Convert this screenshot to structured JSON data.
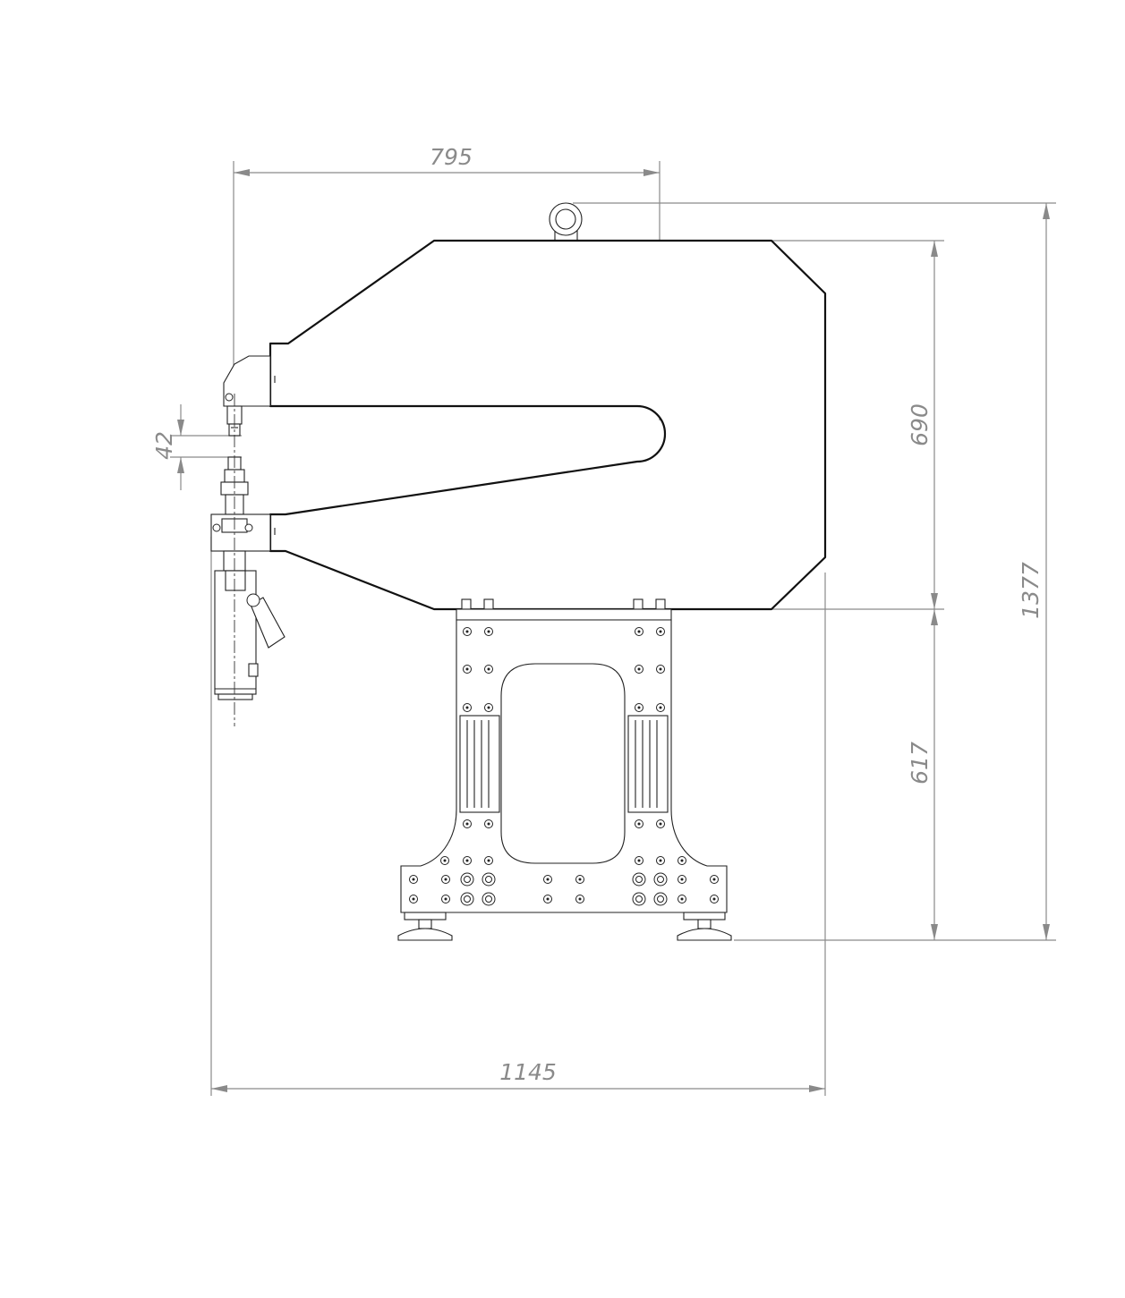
{
  "drawing": {
    "dimensions": {
      "throat_depth": "795",
      "overall_width": "1145",
      "overall_height": "1377",
      "upper_frame_height": "690",
      "stand_height": "617",
      "tool_gap": "42"
    }
  }
}
